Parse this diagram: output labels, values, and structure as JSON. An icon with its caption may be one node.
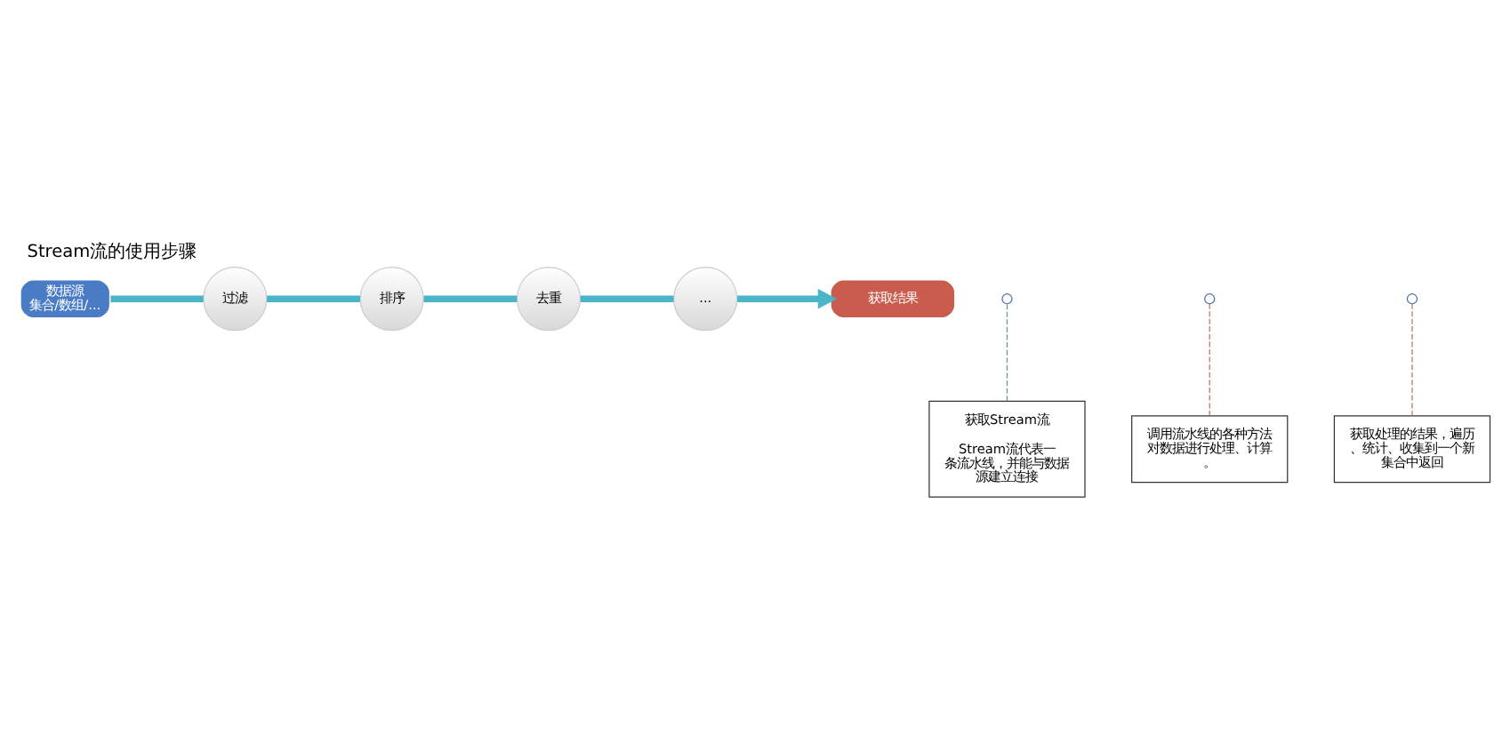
{
  "diagram": {
    "title": "Stream流的使用步骤",
    "nodes": [
      {
        "text": [
          "数据源",
          "集合/数组/..."
        ]
      },
      {
        "text": [
          "过滤"
        ]
      },
      {
        "text": [
          "排序"
        ]
      },
      {
        "text": [
          "去重"
        ]
      },
      {
        "text": [
          "..."
        ]
      },
      {
        "text": [
          "获取结果"
        ]
      },
      {
        "text": [],
        "shape": "circle"
      },
      {
        "text": [],
        "shape": "circle"
      },
      {
        "text": [],
        "shape": "circle"
      },
      {
        "text": [
          "获取Stream流",
          "Stream流代表一条流水线，并能与数据源建立连接"
        ]
      },
      {
        "text": [
          "调用流水线的各种方法对数据进行处理、计算。"
        ]
      },
      {
        "text": [
          "获取处理的结果，遍历、统计、收集到一个新集合中返回"
        ]
      }
    ],
    "edges": [
      {
        "from": 0,
        "to": 1,
        "arrow": "none"
      },
      {
        "from": 1,
        "to": 2,
        "arrow": "none"
      },
      {
        "from": 2,
        "to": 3,
        "arrow": "none"
      },
      {
        "from": 3,
        "to": 4,
        "arrow": "none"
      },
      {
        "from": 4,
        "to": 5,
        "arrow": "to"
      },
      {
        "from": 9,
        "to": 6,
        "arrow": "none",
        "style": "dashed",
        "color": "#5a9a9a"
      },
      {
        "from": 10,
        "to": 7,
        "arrow": "none",
        "style": "dashed",
        "color": "#c07060"
      },
      {
        "from": 11,
        "to": 8,
        "arrow": "none",
        "style": "dashed",
        "color": "#c07060"
      }
    ]
  }
}
